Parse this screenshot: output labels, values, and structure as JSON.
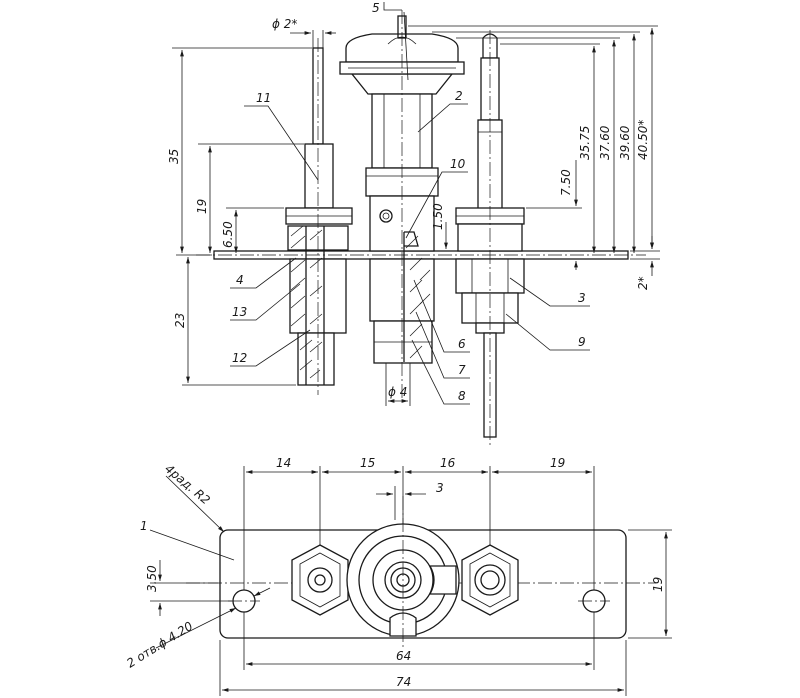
{
  "front_view": {
    "dimensions": {
      "dia_2": "ϕ 2*",
      "d35": "35",
      "d19": "19",
      "d650": "6.50",
      "d23": "23",
      "dia_4": "ϕ 4",
      "d750": "7.50",
      "d150": "1.50",
      "d3575": "35.75",
      "d3760": "37.60",
      "d3960": "39.60",
      "d4050": "40.50*",
      "d2": "2*"
    },
    "callouts": [
      "1",
      "2",
      "3",
      "4",
      "5",
      "6",
      "7",
      "8",
      "9",
      "10",
      "11",
      "12",
      "13"
    ]
  },
  "top_view": {
    "dimensions": {
      "d14": "14",
      "d15": "15",
      "d16": "16",
      "d19top": "19",
      "d3": "3",
      "d350": "3.50",
      "d19side": "19",
      "d64": "64",
      "d74": "74",
      "corner_radius": "4рад. R2",
      "holes": "2 отв.ϕ 4.20"
    }
  }
}
